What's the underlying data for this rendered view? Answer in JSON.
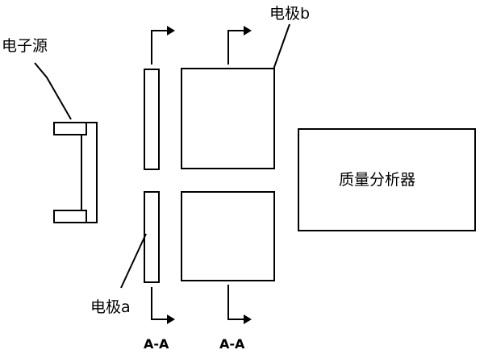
{
  "labels": {
    "electron_source": "电子源",
    "electrode_b": "电极b",
    "electrode_a": "电极a",
    "mass_analyzer": "质量分析器",
    "section_1": "A-A",
    "section_2": "A-A"
  }
}
